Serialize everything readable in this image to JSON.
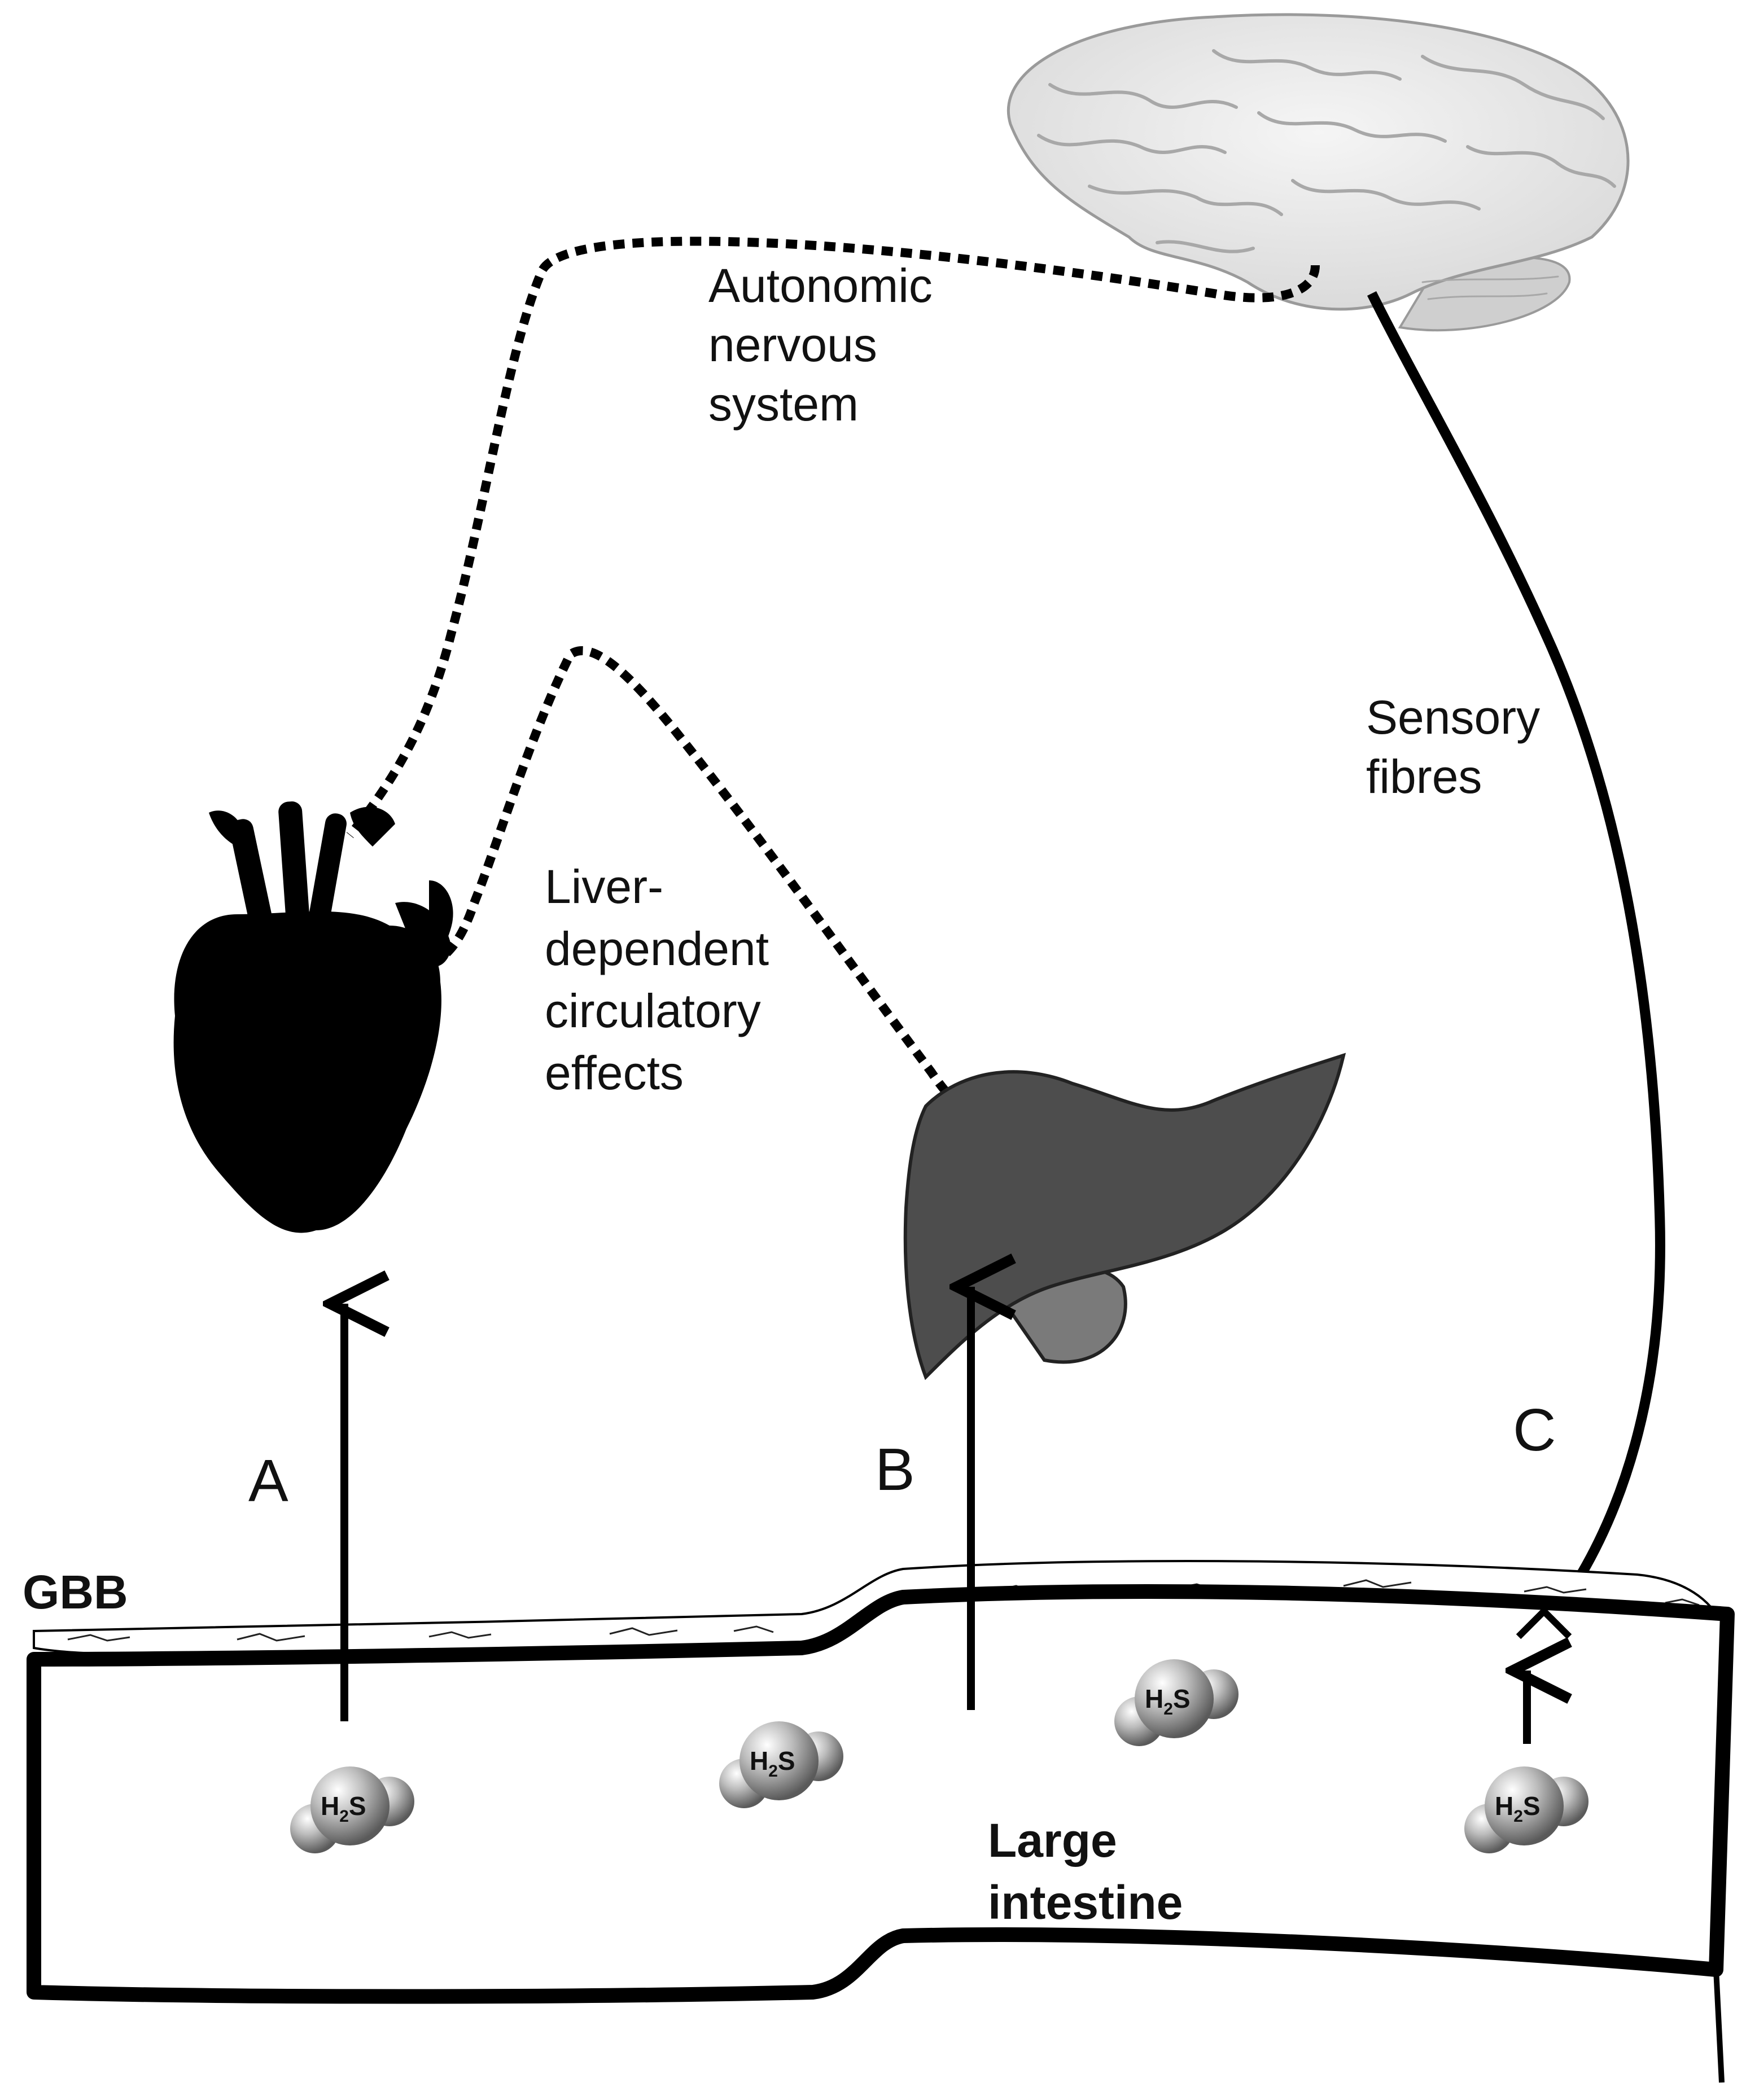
{
  "labels": {
    "autonomic": [
      "Autonomic",
      "nervous",
      "system"
    ],
    "sensory": [
      "Sensory",
      "fibres"
    ],
    "liver_effects": [
      "Liver-",
      "dependent",
      "circulatory",
      "effects"
    ],
    "large_intestine": [
      "Large",
      "intestine"
    ],
    "gbb": "GBB",
    "pathway_a": "A",
    "pathway_b": "B",
    "pathway_c": "C"
  },
  "molecule": {
    "formula_main": "H",
    "formula_sub": "2",
    "formula_tail": "S"
  },
  "colors": {
    "heart": "#000000",
    "liver": "#4d4d4d",
    "gallbladder": "#7a7a7a",
    "brain": "#e9e9e9",
    "line": "#000000"
  }
}
